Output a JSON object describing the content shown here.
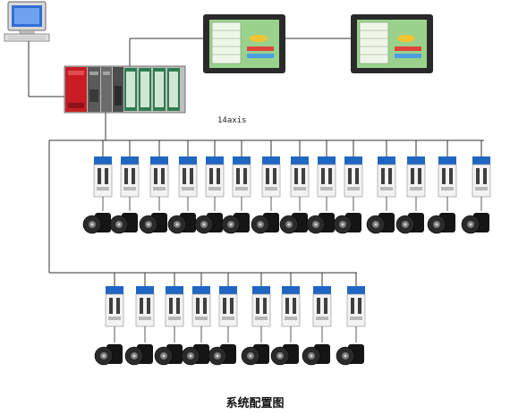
{
  "diagram": {
    "axis_count_label": "14axis",
    "caption": "系统配置图"
  },
  "devices": {
    "pc": "computer-terminal",
    "plc": "plc-rack",
    "hmi_panels": 2
  },
  "servo_rows": [
    {
      "row": "top-row",
      "axes": 14
    },
    {
      "row": "bottom-row",
      "axes": 9
    }
  ],
  "colors": {
    "wire": "#333333",
    "plc_red": "#c81d25",
    "plc_gray": "#5a5a5a",
    "module_green": "#2e7d4f",
    "screen_green": "#9ad28d",
    "monitor_blue": "#2f6fd6",
    "motor_black": "#151515",
    "drive_blue": "#1f66c2"
  }
}
